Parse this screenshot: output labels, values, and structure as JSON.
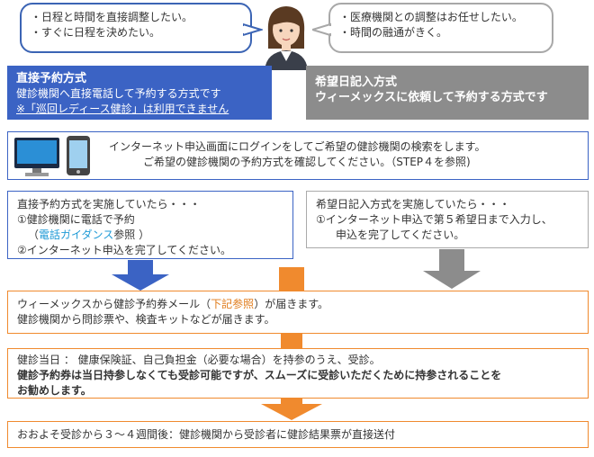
{
  "bubble_left": {
    "lines": [
      "・日程と時間を直接調整したい。",
      "・すぐに日程を決めたい。"
    ]
  },
  "bubble_right": {
    "lines": [
      "・医療機関との調整はお任せしたい。",
      "・時間の融通がきく。"
    ]
  },
  "direct": {
    "title": "直接予約方式",
    "desc": "健診機関へ直接電話して予約する方式です",
    "note": "※「巡回レディース健診」は利用できません",
    "color": "#3b63c4"
  },
  "hope": {
    "title": "希望日記入方式",
    "desc": "ウィーメックスに依頼して予約する方式です",
    "color": "#8c8c8c"
  },
  "internet": {
    "line1": "インターネット申込画面にログインをしてご希望の健診機関の検索をします。",
    "line2": "ご希望の健診機関の予約方式を確認してください。（STEP４を参照)"
  },
  "direct_steps": {
    "intro": "直接予約方式を実施していたら・・・",
    "step1": "①健診機関に電話で予約",
    "guide_pre": "（",
    "guide_link": "電話ガイダンス",
    "guide_post": "参照 ）",
    "step2": "②インターネット申込を完了してください。"
  },
  "hope_steps": {
    "intro": "希望日記入方式を実施していたら・・・",
    "step1": "①インターネット申込で第５希望日まで入力し、",
    "step1b": "申込を完了してください。"
  },
  "mail": {
    "pre": "ウィーメックスから健診予約券メール（",
    "link": "下記参照",
    "post": "）が届きます。",
    "line2": "健診機関から問診票や、検査キットなどが届きます。"
  },
  "exam_day": {
    "line1": "健診当日 ： 健康保険証、自己負担金（必要な場合）を持参のうえ、受診。",
    "line2": "健診予約券は当日持参しなくても受診可能ですが、スムーズに受診いただくために持参されることを",
    "line3": "お勧めします。"
  },
  "result": {
    "text": "おおよそ受診から３～４週間後：健診機関から受診者に健診結果票が直接送付"
  },
  "colors": {
    "orange": "#f08a2e",
    "blue": "#3b63c4",
    "gray": "#8c8c8c"
  }
}
